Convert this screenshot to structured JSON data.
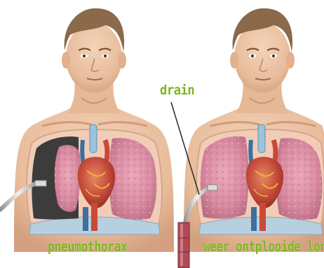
{
  "labels": {
    "drain": "drain",
    "left_caption": "pneumothorax",
    "right_caption": "weer ontplooide long"
  },
  "colors": {
    "label_green": "#7bb51f",
    "skin": "#ecc3a3",
    "hair": "#8a6a4a",
    "lung": "#d98aa0",
    "heart": "#c44a3a",
    "collapsed_space": "#3c3c3c"
  },
  "figures": [
    {
      "name": "patient-pneumothorax",
      "state": "collapsed-lung"
    },
    {
      "name": "patient-reexpanded",
      "state": "re-expanded-lung"
    }
  ]
}
